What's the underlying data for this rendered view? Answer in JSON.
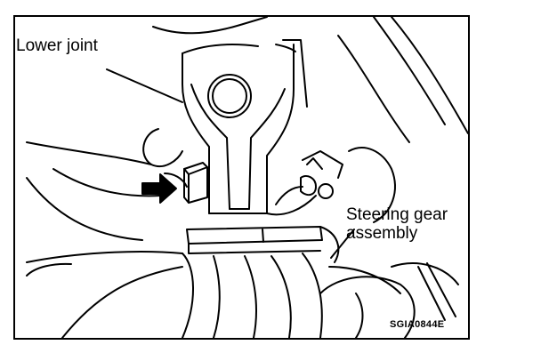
{
  "labels": {
    "lower_joint": "Lower joint",
    "steering_gear_line1": "Steering gear",
    "steering_gear_line2": "assembly",
    "figure_code": "SGIA0844E"
  },
  "colors": {
    "ink": "#000000",
    "background": "#ffffff"
  }
}
